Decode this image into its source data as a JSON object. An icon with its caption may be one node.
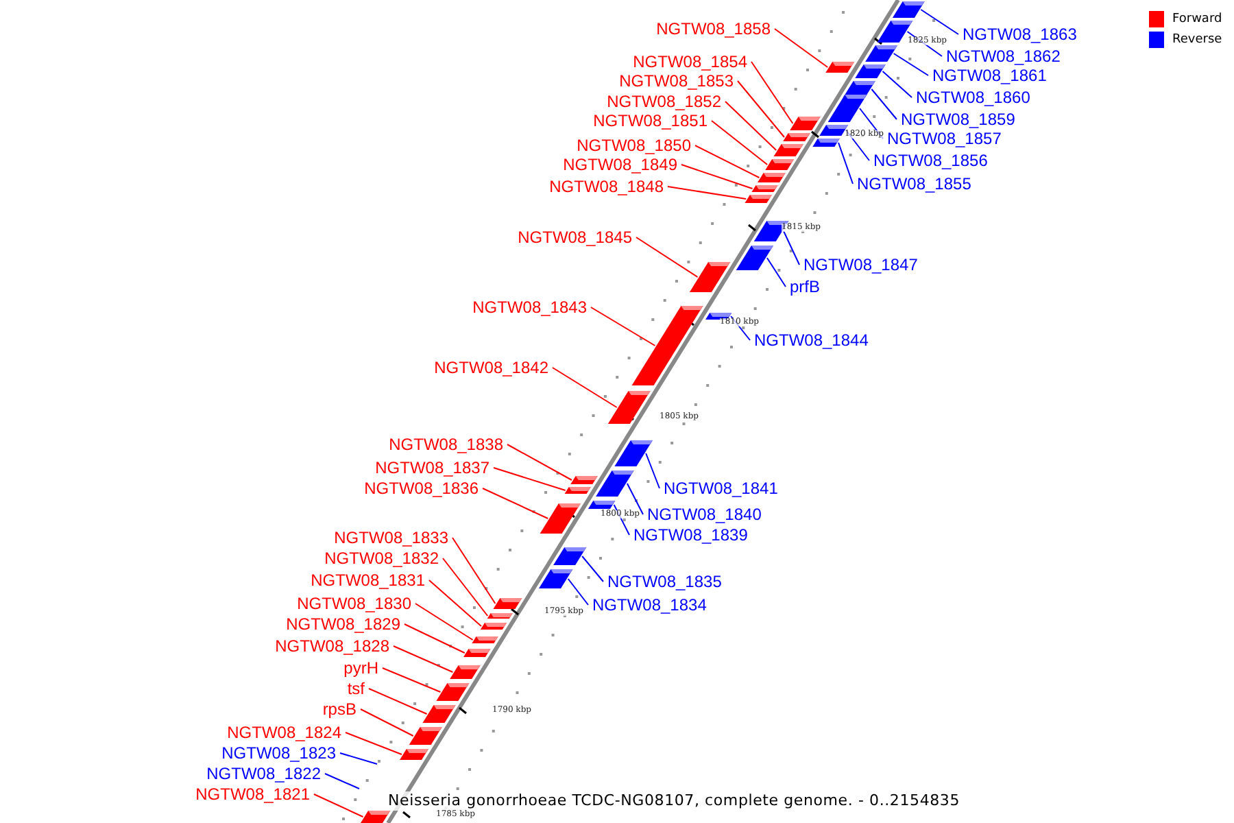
{
  "diagram": {
    "caption": "Neisseria gonorrhoeae TCDC-NG08107, complete genome. - 0..2154835",
    "nodes": [
      {
        "text": [
          "NGTW08_1858"
        ]
      },
      {
        "text": [
          "NGTW08_1863"
        ]
      },
      {
        "text": [
          "NGTW08_1862"
        ]
      },
      {
        "text": [
          "NGTW08_1854"
        ]
      },
      {
        "text": [
          "NGTW08_1861"
        ]
      },
      {
        "text": [
          "NGTW08_1853"
        ]
      },
      {
        "text": [
          "NGTW08_1860"
        ]
      },
      {
        "text": [
          "NGTW08_1852"
        ]
      },
      {
        "text": [
          "NGTW08_1859"
        ]
      },
      {
        "text": [
          "NGTW08_1851"
        ]
      },
      {
        "text": [
          "NGTW08_1857"
        ]
      },
      {
        "text": [
          "NGTW08_1850"
        ]
      },
      {
        "text": [
          "NGTW08_1856"
        ]
      },
      {
        "text": [
          "NGTW08_1849"
        ]
      },
      {
        "text": [
          "NGTW08_1855"
        ]
      },
      {
        "text": [
          "NGTW08_1848"
        ]
      },
      {
        "text": [
          "NGTW08_1845"
        ]
      },
      {
        "text": [
          "NGTW08_1847"
        ]
      },
      {
        "text": [
          "prfB"
        ]
      },
      {
        "text": [
          "NGTW08_1843"
        ]
      },
      {
        "text": [
          "NGTW08_1844"
        ]
      },
      {
        "text": [
          "NGTW08_1842"
        ]
      },
      {
        "text": [
          "NGTW08_1838"
        ]
      },
      {
        "text": [
          "NGTW08_1837"
        ]
      },
      {
        "text": [
          "NGTW08_1841"
        ]
      },
      {
        "text": [
          "NGTW08_1836"
        ]
      },
      {
        "text": [
          "NGTW08_1840"
        ]
      },
      {
        "text": [
          "NGTW08_1839"
        ]
      },
      {
        "text": [
          "NGTW08_1833"
        ]
      },
      {
        "text": [
          "NGTW08_1832"
        ]
      },
      {
        "text": [
          "NGTW08_1835"
        ]
      },
      {
        "text": [
          "NGTW08_1831"
        ]
      },
      {
        "text": [
          "NGTW08_1830"
        ]
      },
      {
        "text": [
          "NGTW08_1834"
        ]
      },
      {
        "text": [
          "NGTW08_1829"
        ]
      },
      {
        "text": [
          "NGTW08_1828"
        ]
      },
      {
        "text": [
          "pyrH"
        ]
      },
      {
        "text": [
          "tsf"
        ]
      },
      {
        "text": [
          "rpsB"
        ]
      },
      {
        "text": [
          "NGTW08_1824"
        ]
      },
      {
        "text": [
          "NGTW08_1823"
        ]
      },
      {
        "text": [
          "NGTW08_1822"
        ]
      },
      {
        "text": [
          "NGTW08_1821"
        ]
      },
      {
        "text": [],
        "shape": "bar"
      },
      {
        "text": [],
        "shape": "bar"
      },
      {
        "text": [],
        "shape": "bar"
      },
      {
        "text": [],
        "shape": "bar"
      },
      {
        "text": [],
        "shape": "bar"
      },
      {
        "text": [],
        "shape": "bar"
      },
      {
        "text": [],
        "shape": "bar"
      },
      {
        "text": [],
        "shape": "bar"
      },
      {
        "text": [],
        "shape": "bar"
      },
      {
        "text": [],
        "shape": "bar"
      },
      {
        "text": [],
        "shape": "bar"
      },
      {
        "text": [],
        "shape": "bar"
      },
      {
        "text": [],
        "shape": "bar"
      },
      {
        "text": [],
        "shape": "bar"
      },
      {
        "text": [],
        "shape": "bar"
      },
      {
        "text": [],
        "shape": "bar"
      },
      {
        "text": [],
        "shape": "bar"
      },
      {
        "text": [],
        "shape": "bar"
      },
      {
        "text": [],
        "shape": "bar"
      },
      {
        "text": [],
        "shape": "bar"
      },
      {
        "text": [],
        "shape": "bar"
      },
      {
        "text": [],
        "shape": "bar"
      },
      {
        "text": [],
        "shape": "bar"
      },
      {
        "text": [],
        "shape": "bar"
      },
      {
        "text": [],
        "shape": "bar"
      },
      {
        "text": [],
        "shape": "bar"
      },
      {
        "text": [],
        "shape": "bar"
      },
      {
        "text": [],
        "shape": "bar"
      },
      {
        "text": [],
        "shape": "bar"
      },
      {
        "text": [],
        "shape": "bar"
      },
      {
        "text": [],
        "shape": "bar"
      },
      {
        "text": [],
        "shape": "bar"
      },
      {
        "text": [],
        "shape": "bar"
      },
      {
        "text": [],
        "shape": "bar"
      },
      {
        "text": [],
        "shape": "bar"
      },
      {
        "text": [],
        "shape": "bar"
      },
      {
        "text": [],
        "shape": "bar"
      },
      {
        "text": [],
        "shape": "bar"
      },
      {
        "text": [],
        "shape": "bar"
      },
      {
        "text": [],
        "shape": "bar"
      },
      {
        "text": [],
        "shape": "bar"
      }
    ],
    "edges": [
      {
        "from": 0,
        "to": 43,
        "arrow": "none"
      },
      {
        "from": 1,
        "to": 44,
        "arrow": "none",
        "color": "#0000ff"
      },
      {
        "from": 2,
        "to": 45,
        "arrow": "none",
        "color": "#0000ff"
      },
      {
        "from": 3,
        "to": 46,
        "arrow": "none"
      },
      {
        "from": 4,
        "to": 47,
        "arrow": "none",
        "color": "#0000ff"
      },
      {
        "from": 5,
        "to": 48,
        "arrow": "none"
      },
      {
        "from": 6,
        "to": 49,
        "arrow": "none",
        "color": "#0000ff"
      },
      {
        "from": 7,
        "to": 50,
        "arrow": "none"
      },
      {
        "from": 8,
        "to": 51,
        "arrow": "none",
        "color": "#0000ff"
      },
      {
        "from": 9,
        "to": 52,
        "arrow": "none"
      },
      {
        "from": 10,
        "to": 53,
        "arrow": "none",
        "color": "#0000ff"
      },
      {
        "from": 11,
        "to": 54,
        "arrow": "none"
      },
      {
        "from": 12,
        "to": 55,
        "arrow": "none",
        "color": "#0000ff"
      },
      {
        "from": 13,
        "to": 56,
        "arrow": "none"
      },
      {
        "from": 14,
        "to": 57,
        "arrow": "none",
        "color": "#0000ff"
      },
      {
        "from": 15,
        "to": 58,
        "arrow": "none"
      },
      {
        "from": 16,
        "to": 59,
        "arrow": "none"
      },
      {
        "from": 17,
        "to": 60,
        "arrow": "none",
        "color": "#0000ff"
      },
      {
        "from": 18,
        "to": 61,
        "arrow": "none",
        "color": "#0000ff"
      },
      {
        "from": 19,
        "to": 62,
        "arrow": "none"
      },
      {
        "from": 20,
        "to": 63,
        "arrow": "none",
        "color": "#0000ff"
      },
      {
        "from": 21,
        "to": 64,
        "arrow": "none"
      },
      {
        "from": 22,
        "to": 65,
        "arrow": "none"
      },
      {
        "from": 23,
        "to": 66,
        "arrow": "none"
      },
      {
        "from": 24,
        "to": 67,
        "arrow": "none",
        "color": "#0000ff"
      },
      {
        "from": 25,
        "to": 68,
        "arrow": "none"
      },
      {
        "from": 26,
        "to": 69,
        "arrow": "none",
        "color": "#0000ff"
      },
      {
        "from": 27,
        "to": 70,
        "arrow": "none",
        "color": "#0000ff"
      },
      {
        "from": 28,
        "to": 71,
        "arrow": "none"
      },
      {
        "from": 29,
        "to": 72,
        "arrow": "none"
      },
      {
        "from": 30,
        "to": 73,
        "arrow": "none",
        "color": "#0000ff"
      },
      {
        "from": 31,
        "to": 74,
        "arrow": "none"
      },
      {
        "from": 32,
        "to": 75,
        "arrow": "none"
      },
      {
        "from": 33,
        "to": 76,
        "arrow": "none",
        "color": "#0000ff"
      },
      {
        "from": 34,
        "to": 77,
        "arrow": "none"
      },
      {
        "from": 35,
        "to": 78,
        "arrow": "none"
      },
      {
        "from": 36,
        "to": 79,
        "arrow": "none"
      },
      {
        "from": 37,
        "to": 80,
        "arrow": "none"
      },
      {
        "from": 38,
        "to": 81,
        "arrow": "none"
      },
      {
        "from": 39,
        "to": 82,
        "arrow": "none"
      },
      {
        "from": 40,
        "to": null,
        "arrow": "none",
        "color": "#0000ff"
      },
      {
        "from": 41,
        "to": null,
        "arrow": "none",
        "color": "#0000ff"
      },
      {
        "from": 42,
        "to": 83,
        "arrow": "none"
      }
    ],
    "labels": [
      "1825 kbp",
      "1820 kbp",
      "1815 kbp",
      "1810 kbp",
      "1805 kbp",
      "1800 kbp",
      "1795 kbp",
      "1790 kbp",
      "1785 kbp"
    ],
    "legend": [
      {
        "text": "Forward",
        "color": "#ff0000"
      },
      {
        "text": "Reverse",
        "color": "#0000ff"
      }
    ]
  }
}
